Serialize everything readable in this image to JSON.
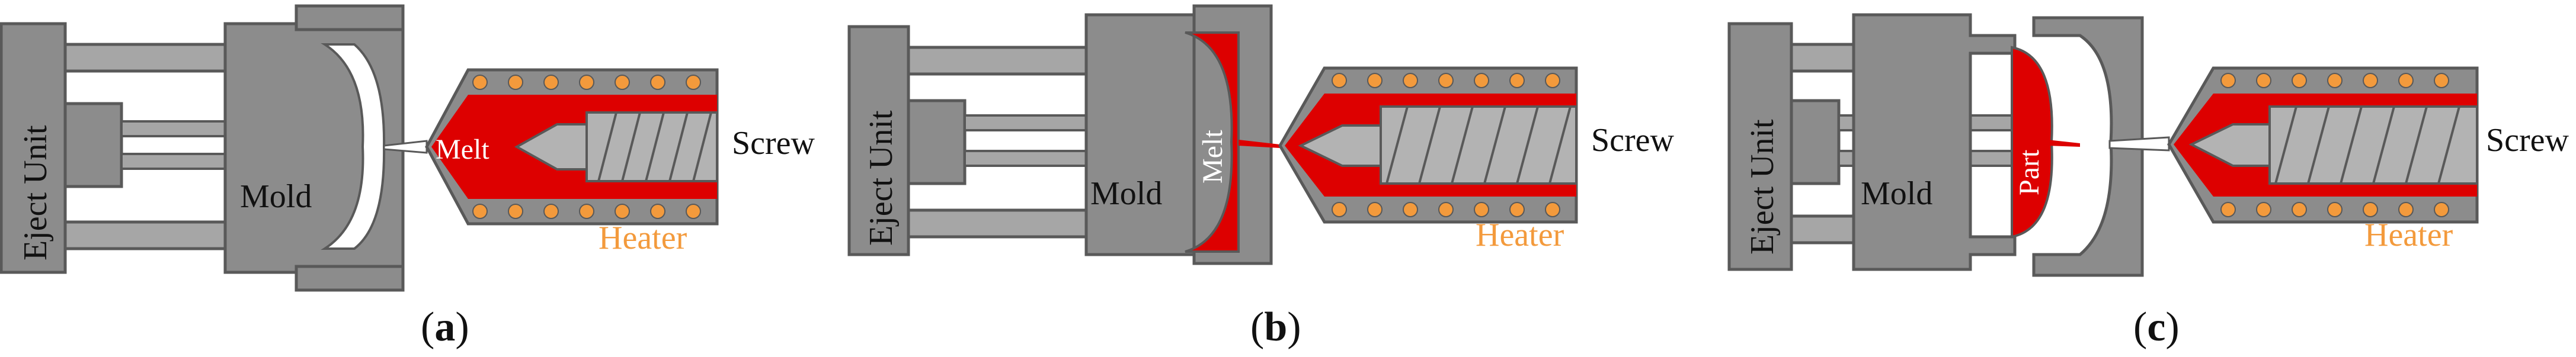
{
  "colors": {
    "machine_gray": "#8c8c8c",
    "machine_dark": "#595959",
    "rail_light": "#a6a6a6",
    "melt_red": "#dd0000",
    "heater_orange": "#f39a3c",
    "text_dark": "#111111",
    "text_white": "#ffffff"
  },
  "panels": [
    {
      "caption_letter": "a",
      "eject_unit": "Eject Unit",
      "mold": "Mold",
      "material": "Melt",
      "screw": "Screw",
      "heater": "Heater"
    },
    {
      "caption_letter": "b",
      "eject_unit": "Eject Unit",
      "mold": "Mold",
      "material": "Melt",
      "screw": "Screw",
      "heater": "Heater"
    },
    {
      "caption_letter": "c",
      "eject_unit": "Eject Unit",
      "mold": "Mold",
      "material": "Part",
      "screw": "Screw",
      "heater": "Heater"
    }
  ]
}
